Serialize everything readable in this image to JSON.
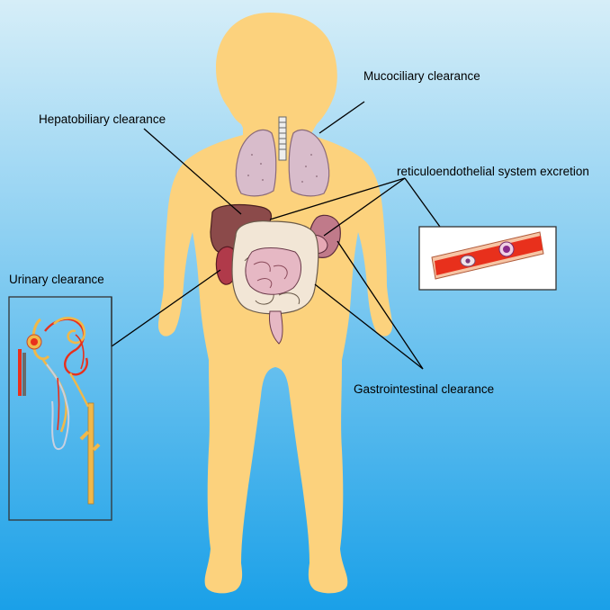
{
  "labels": {
    "mucociliary": "Mucociliary clearance",
    "hepatobiliary": "Hepatobiliary clearance",
    "reticuloendothelial": "reticuloendothelial system excretion",
    "urinary": "Urinary clearance",
    "gastrointestinal": "Gastrointestinal clearance"
  },
  "colors": {
    "background_top": "#d6eef8",
    "background_bottom": "#1aa0e8",
    "body": "#fcd27d",
    "lungs": "#d8bccb",
    "liver": "#8b4a4a",
    "kidney": "#b03a4a",
    "intestine": "#e6b8c4",
    "vessel": "#e8301c",
    "tubule": "#f0b84a"
  },
  "icons": [
    "lungs-icon",
    "liver-icon",
    "kidney-icon",
    "stomach-icon",
    "intestine-icon",
    "blood-vessel-icon",
    "nephron-icon"
  ]
}
